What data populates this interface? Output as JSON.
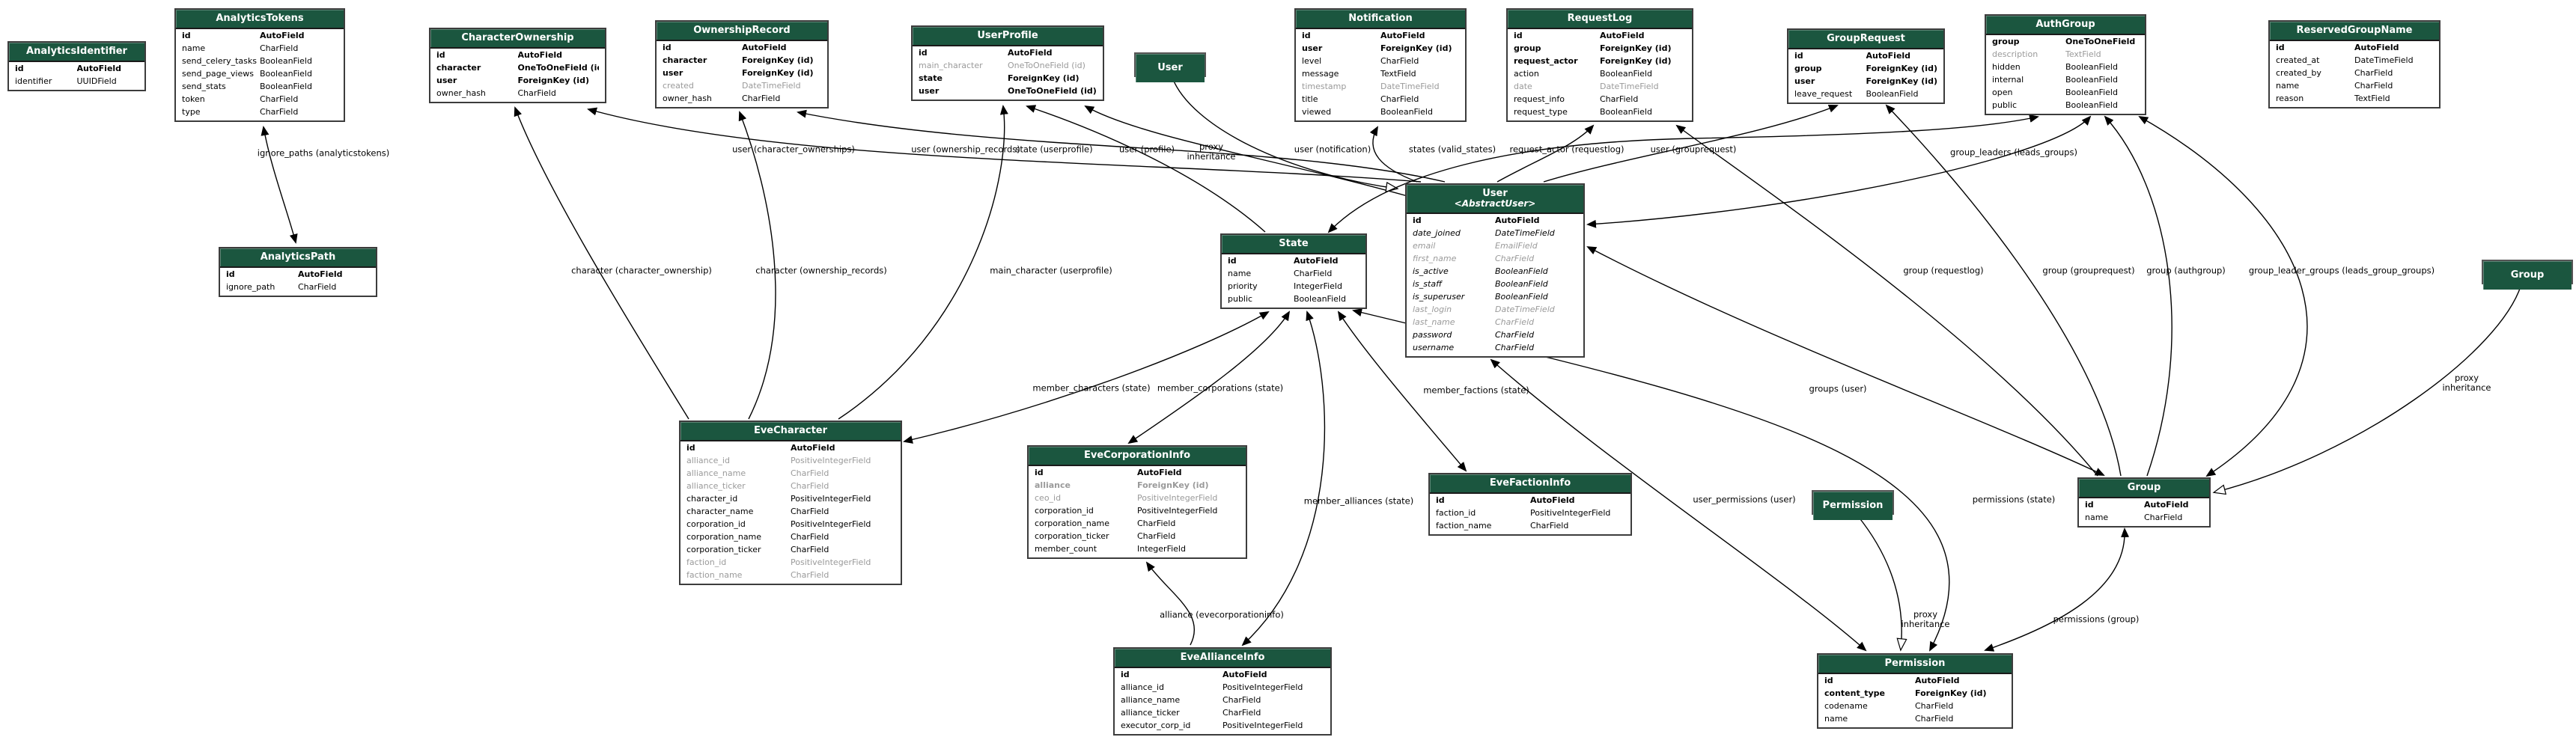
{
  "colors": {
    "table_header": "#1b563f",
    "edge_stroke": "#000000",
    "muted_field": "#9a9a9a"
  },
  "diagram": {
    "tables": [
      {
        "name": "AnalyticsIdentifier",
        "fields": [
          {
            "n": "id",
            "t": "AutoField",
            "s": "b"
          },
          {
            "n": "identifier",
            "t": "UUIDField",
            "s": ""
          }
        ]
      },
      {
        "name": "AnalyticsTokens",
        "fields": [
          {
            "n": "id",
            "t": "AutoField",
            "s": "b"
          },
          {
            "n": "name",
            "t": "CharField",
            "s": ""
          },
          {
            "n": "send_celery_tasks",
            "t": "BooleanField",
            "s": ""
          },
          {
            "n": "send_page_views",
            "t": "BooleanField",
            "s": ""
          },
          {
            "n": "send_stats",
            "t": "BooleanField",
            "s": ""
          },
          {
            "n": "token",
            "t": "CharField",
            "s": ""
          },
          {
            "n": "type",
            "t": "CharField",
            "s": ""
          }
        ]
      },
      {
        "name": "CharacterOwnership",
        "fields": [
          {
            "n": "id",
            "t": "AutoField",
            "s": "b"
          },
          {
            "n": "character",
            "t": "OneToOneField (id)",
            "s": "b"
          },
          {
            "n": "user",
            "t": "ForeignKey (id)",
            "s": "b"
          },
          {
            "n": "owner_hash",
            "t": "CharField",
            "s": ""
          }
        ]
      },
      {
        "name": "OwnershipRecord",
        "fields": [
          {
            "n": "id",
            "t": "AutoField",
            "s": "b"
          },
          {
            "n": "character",
            "t": "ForeignKey (id)",
            "s": "b"
          },
          {
            "n": "user",
            "t": "ForeignKey (id)",
            "s": "b"
          },
          {
            "n": "created",
            "t": "DateTimeField",
            "s": "g"
          },
          {
            "n": "owner_hash",
            "t": "CharField",
            "s": ""
          }
        ]
      },
      {
        "name": "UserProfile",
        "fields": [
          {
            "n": "id",
            "t": "AutoField",
            "s": "b"
          },
          {
            "n": "main_character",
            "t": "OneToOneField (id)",
            "s": "g"
          },
          {
            "n": "state",
            "t": "ForeignKey (id)",
            "s": "b"
          },
          {
            "n": "user",
            "t": "OneToOneField (id)",
            "s": "b"
          }
        ]
      },
      {
        "name": "User",
        "proxy": true,
        "fields": []
      },
      {
        "name": "Notification",
        "fields": [
          {
            "n": "id",
            "t": "AutoField",
            "s": "b"
          },
          {
            "n": "user",
            "t": "ForeignKey (id)",
            "s": "b"
          },
          {
            "n": "level",
            "t": "CharField",
            "s": ""
          },
          {
            "n": "message",
            "t": "TextField",
            "s": ""
          },
          {
            "n": "timestamp",
            "t": "DateTimeField",
            "s": "g"
          },
          {
            "n": "title",
            "t": "CharField",
            "s": ""
          },
          {
            "n": "viewed",
            "t": "BooleanField",
            "s": ""
          }
        ]
      },
      {
        "name": "RequestLog",
        "fields": [
          {
            "n": "id",
            "t": "AutoField",
            "s": "b"
          },
          {
            "n": "group",
            "t": "ForeignKey (id)",
            "s": "b"
          },
          {
            "n": "request_actor",
            "t": "ForeignKey (id)",
            "s": "b"
          },
          {
            "n": "action",
            "t": "BooleanField",
            "s": ""
          },
          {
            "n": "date",
            "t": "DateTimeField",
            "s": "g"
          },
          {
            "n": "request_info",
            "t": "CharField",
            "s": ""
          },
          {
            "n": "request_type",
            "t": "BooleanField",
            "s": ""
          }
        ]
      },
      {
        "name": "GroupRequest",
        "fields": [
          {
            "n": "id",
            "t": "AutoField",
            "s": "b"
          },
          {
            "n": "group",
            "t": "ForeignKey (id)",
            "s": "b"
          },
          {
            "n": "user",
            "t": "ForeignKey (id)",
            "s": "b"
          },
          {
            "n": "leave_request",
            "t": "BooleanField",
            "s": ""
          }
        ]
      },
      {
        "name": "AuthGroup",
        "fields": [
          {
            "n": "group",
            "t": "OneToOneField (id)",
            "s": "b"
          },
          {
            "n": "description",
            "t": "TextField",
            "s": "g"
          },
          {
            "n": "hidden",
            "t": "BooleanField",
            "s": ""
          },
          {
            "n": "internal",
            "t": "BooleanField",
            "s": ""
          },
          {
            "n": "open",
            "t": "BooleanField",
            "s": ""
          },
          {
            "n": "public",
            "t": "BooleanField",
            "s": ""
          }
        ]
      },
      {
        "name": "ReservedGroupName",
        "fields": [
          {
            "n": "id",
            "t": "AutoField",
            "s": "b"
          },
          {
            "n": "created_at",
            "t": "DateTimeField",
            "s": ""
          },
          {
            "n": "created_by",
            "t": "CharField",
            "s": ""
          },
          {
            "n": "name",
            "t": "CharField",
            "s": ""
          },
          {
            "n": "reason",
            "t": "TextField",
            "s": ""
          }
        ]
      },
      {
        "name": "AnalyticsPath",
        "fields": [
          {
            "n": "id",
            "t": "AutoField",
            "s": "b"
          },
          {
            "n": "ignore_path",
            "t": "CharField",
            "s": ""
          }
        ]
      },
      {
        "name": "State",
        "fields": [
          {
            "n": "id",
            "t": "AutoField",
            "s": "b"
          },
          {
            "n": "name",
            "t": "CharField",
            "s": ""
          },
          {
            "n": "priority",
            "t": "IntegerField",
            "s": ""
          },
          {
            "n": "public",
            "t": "BooleanField",
            "s": ""
          }
        ]
      },
      {
        "name": "User",
        "stereotype": "<AbstractUser>",
        "fields": [
          {
            "n": "id",
            "t": "AutoField",
            "s": "b"
          },
          {
            "n": "date_joined",
            "t": "DateTimeField",
            "s": "i"
          },
          {
            "n": "email",
            "t": "EmailField",
            "s": "ig"
          },
          {
            "n": "first_name",
            "t": "CharField",
            "s": "ig"
          },
          {
            "n": "is_active",
            "t": "BooleanField",
            "s": "i"
          },
          {
            "n": "is_staff",
            "t": "BooleanField",
            "s": "i"
          },
          {
            "n": "is_superuser",
            "t": "BooleanField",
            "s": "i"
          },
          {
            "n": "last_login",
            "t": "DateTimeField",
            "s": "ig"
          },
          {
            "n": "last_name",
            "t": "CharField",
            "s": "ig"
          },
          {
            "n": "password",
            "t": "CharField",
            "s": "i"
          },
          {
            "n": "username",
            "t": "CharField",
            "s": "i"
          }
        ]
      },
      {
        "name": "EveCharacter",
        "fields": [
          {
            "n": "id",
            "t": "AutoField",
            "s": "b"
          },
          {
            "n": "alliance_id",
            "t": "PositiveIntegerField",
            "s": "g"
          },
          {
            "n": "alliance_name",
            "t": "CharField",
            "s": "g"
          },
          {
            "n": "alliance_ticker",
            "t": "CharField",
            "s": "g"
          },
          {
            "n": "character_id",
            "t": "PositiveIntegerField",
            "s": ""
          },
          {
            "n": "character_name",
            "t": "CharField",
            "s": ""
          },
          {
            "n": "corporation_id",
            "t": "PositiveIntegerField",
            "s": ""
          },
          {
            "n": "corporation_name",
            "t": "CharField",
            "s": ""
          },
          {
            "n": "corporation_ticker",
            "t": "CharField",
            "s": ""
          },
          {
            "n": "faction_id",
            "t": "PositiveIntegerField",
            "s": "g"
          },
          {
            "n": "faction_name",
            "t": "CharField",
            "s": "g"
          }
        ]
      },
      {
        "name": "EveCorporationInfo",
        "fields": [
          {
            "n": "id",
            "t": "AutoField",
            "s": "b"
          },
          {
            "n": "alliance",
            "t": "ForeignKey (id)",
            "s": "gb"
          },
          {
            "n": "ceo_id",
            "t": "PositiveIntegerField",
            "s": "g"
          },
          {
            "n": "corporation_id",
            "t": "PositiveIntegerField",
            "s": ""
          },
          {
            "n": "corporation_name",
            "t": "CharField",
            "s": ""
          },
          {
            "n": "corporation_ticker",
            "t": "CharField",
            "s": ""
          },
          {
            "n": "member_count",
            "t": "IntegerField",
            "s": ""
          }
        ]
      },
      {
        "name": "EveFactionInfo",
        "fields": [
          {
            "n": "id",
            "t": "AutoField",
            "s": "b"
          },
          {
            "n": "faction_id",
            "t": "PositiveIntegerField",
            "s": ""
          },
          {
            "n": "faction_name",
            "t": "CharField",
            "s": ""
          }
        ]
      },
      {
        "name": "Permission",
        "proxy": true,
        "fields": []
      },
      {
        "name": "Group",
        "fields": [
          {
            "n": "id",
            "t": "AutoField",
            "s": "b"
          },
          {
            "n": "name",
            "t": "CharField",
            "s": ""
          }
        ]
      },
      {
        "name": "Group",
        "proxy": true,
        "fields": []
      },
      {
        "name": "EveAllianceInfo",
        "fields": [
          {
            "n": "id",
            "t": "AutoField",
            "s": "b"
          },
          {
            "n": "alliance_id",
            "t": "PositiveIntegerField",
            "s": ""
          },
          {
            "n": "alliance_name",
            "t": "CharField",
            "s": ""
          },
          {
            "n": "alliance_ticker",
            "t": "CharField",
            "s": ""
          },
          {
            "n": "executor_corp_id",
            "t": "PositiveIntegerField",
            "s": ""
          }
        ]
      },
      {
        "name": "Permission",
        "fields": [
          {
            "n": "id",
            "t": "AutoField",
            "s": "b"
          },
          {
            "n": "content_type",
            "t": "ForeignKey (id)",
            "s": "b"
          },
          {
            "n": "codename",
            "t": "CharField",
            "s": ""
          },
          {
            "n": "name",
            "t": "CharField",
            "s": ""
          }
        ]
      }
    ]
  },
  "edges": [
    {
      "label": "ignore_paths (analyticstokens)"
    },
    {
      "label": "user (character_ownerships)"
    },
    {
      "label": "user (ownership_records)"
    },
    {
      "label": "state (userprofile)"
    },
    {
      "label": "user (profile)"
    },
    {
      "label": "proxy\ninheritance"
    },
    {
      "label": "user (notification)"
    },
    {
      "label": "states (valid_states)"
    },
    {
      "label": "request_actor (requestlog)"
    },
    {
      "label": "user (grouprequest)"
    },
    {
      "label": "group_leaders (leads_groups)"
    },
    {
      "label": "group (requestlog)"
    },
    {
      "label": "group (grouprequest)"
    },
    {
      "label": "group (authgroup)"
    },
    {
      "label": "group_leader_groups (leads_group_groups)"
    },
    {
      "label": "character (character_ownership)"
    },
    {
      "label": "character (ownership_records)"
    },
    {
      "label": "main_character (userprofile)"
    },
    {
      "label": "member_characters (state)"
    },
    {
      "label": "member_corporations (state)"
    },
    {
      "label": "member_factions (state)"
    },
    {
      "label": "groups (user)"
    },
    {
      "label": "member_alliances (state)"
    },
    {
      "label": "user_permissions (user)"
    },
    {
      "label": "permissions (state)"
    },
    {
      "label": "proxy\ninheritance"
    },
    {
      "label": "permissions (group)"
    },
    {
      "label": "alliance (evecorporationinfo)"
    },
    {
      "label": "proxy\ninheritance"
    }
  ]
}
